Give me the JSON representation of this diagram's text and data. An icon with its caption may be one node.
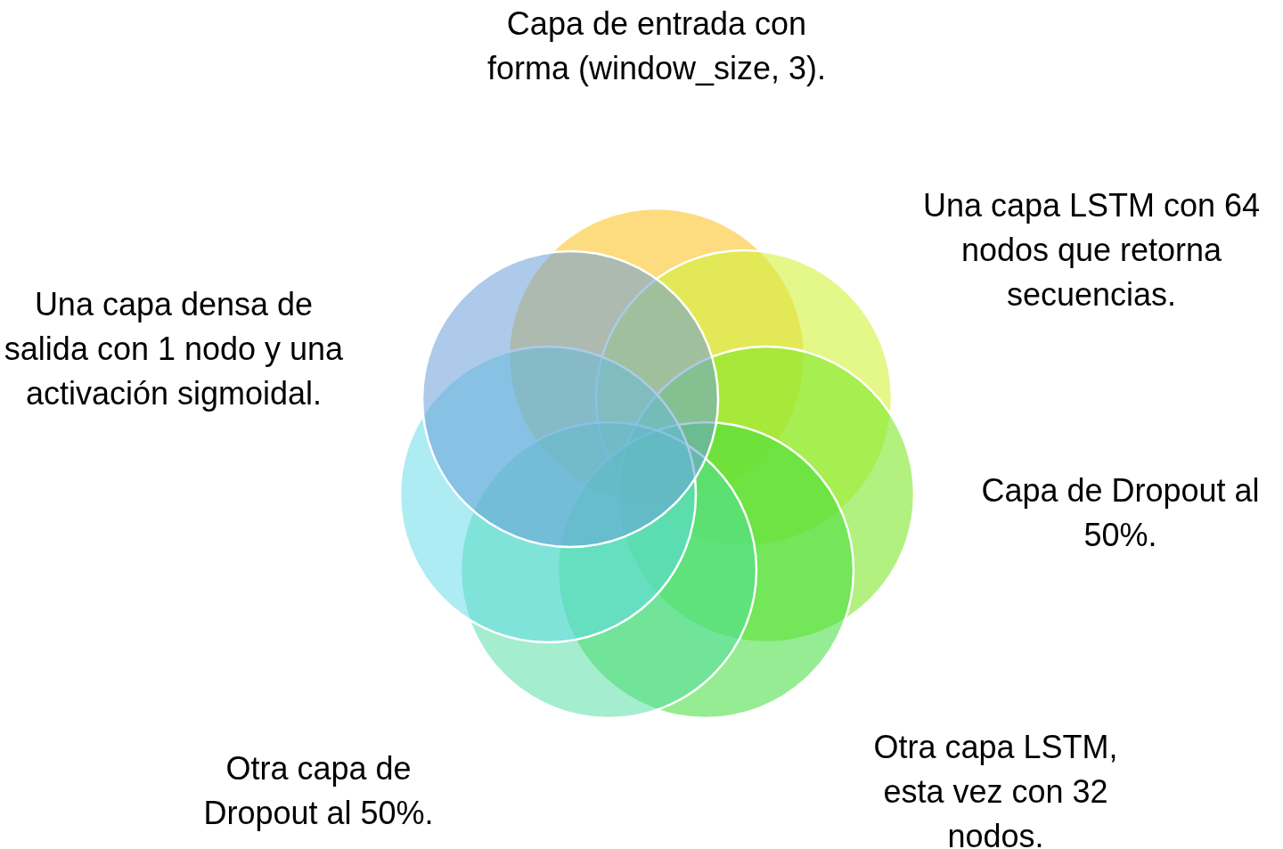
{
  "diagram": {
    "nodes": [
      {
        "text": [],
        "shape": "circle",
        "beside": [
          "Capa de entrada con forma (window_size, 3)."
        ]
      },
      {
        "text": [],
        "shape": "circle",
        "beside": [
          "Una capa LSTM con 64 nodos que retorna secuencias."
        ]
      },
      {
        "text": [],
        "shape": "circle",
        "beside": [
          "Capa de Dropout al 50%."
        ]
      },
      {
        "text": [],
        "shape": "circle",
        "beside": [
          "Otra capa LSTM, esta vez con 32 nodos."
        ]
      },
      {
        "text": [],
        "shape": "circle",
        "beside": [
          "Otra capa de Dropout al 50%."
        ]
      },
      {
        "text": [],
        "shape": "circle"
      },
      {
        "text": [],
        "shape": "circle",
        "beside": [
          "Una capa densa de salida con 1 nodo y una activación sigmoidal."
        ]
      }
    ]
  }
}
